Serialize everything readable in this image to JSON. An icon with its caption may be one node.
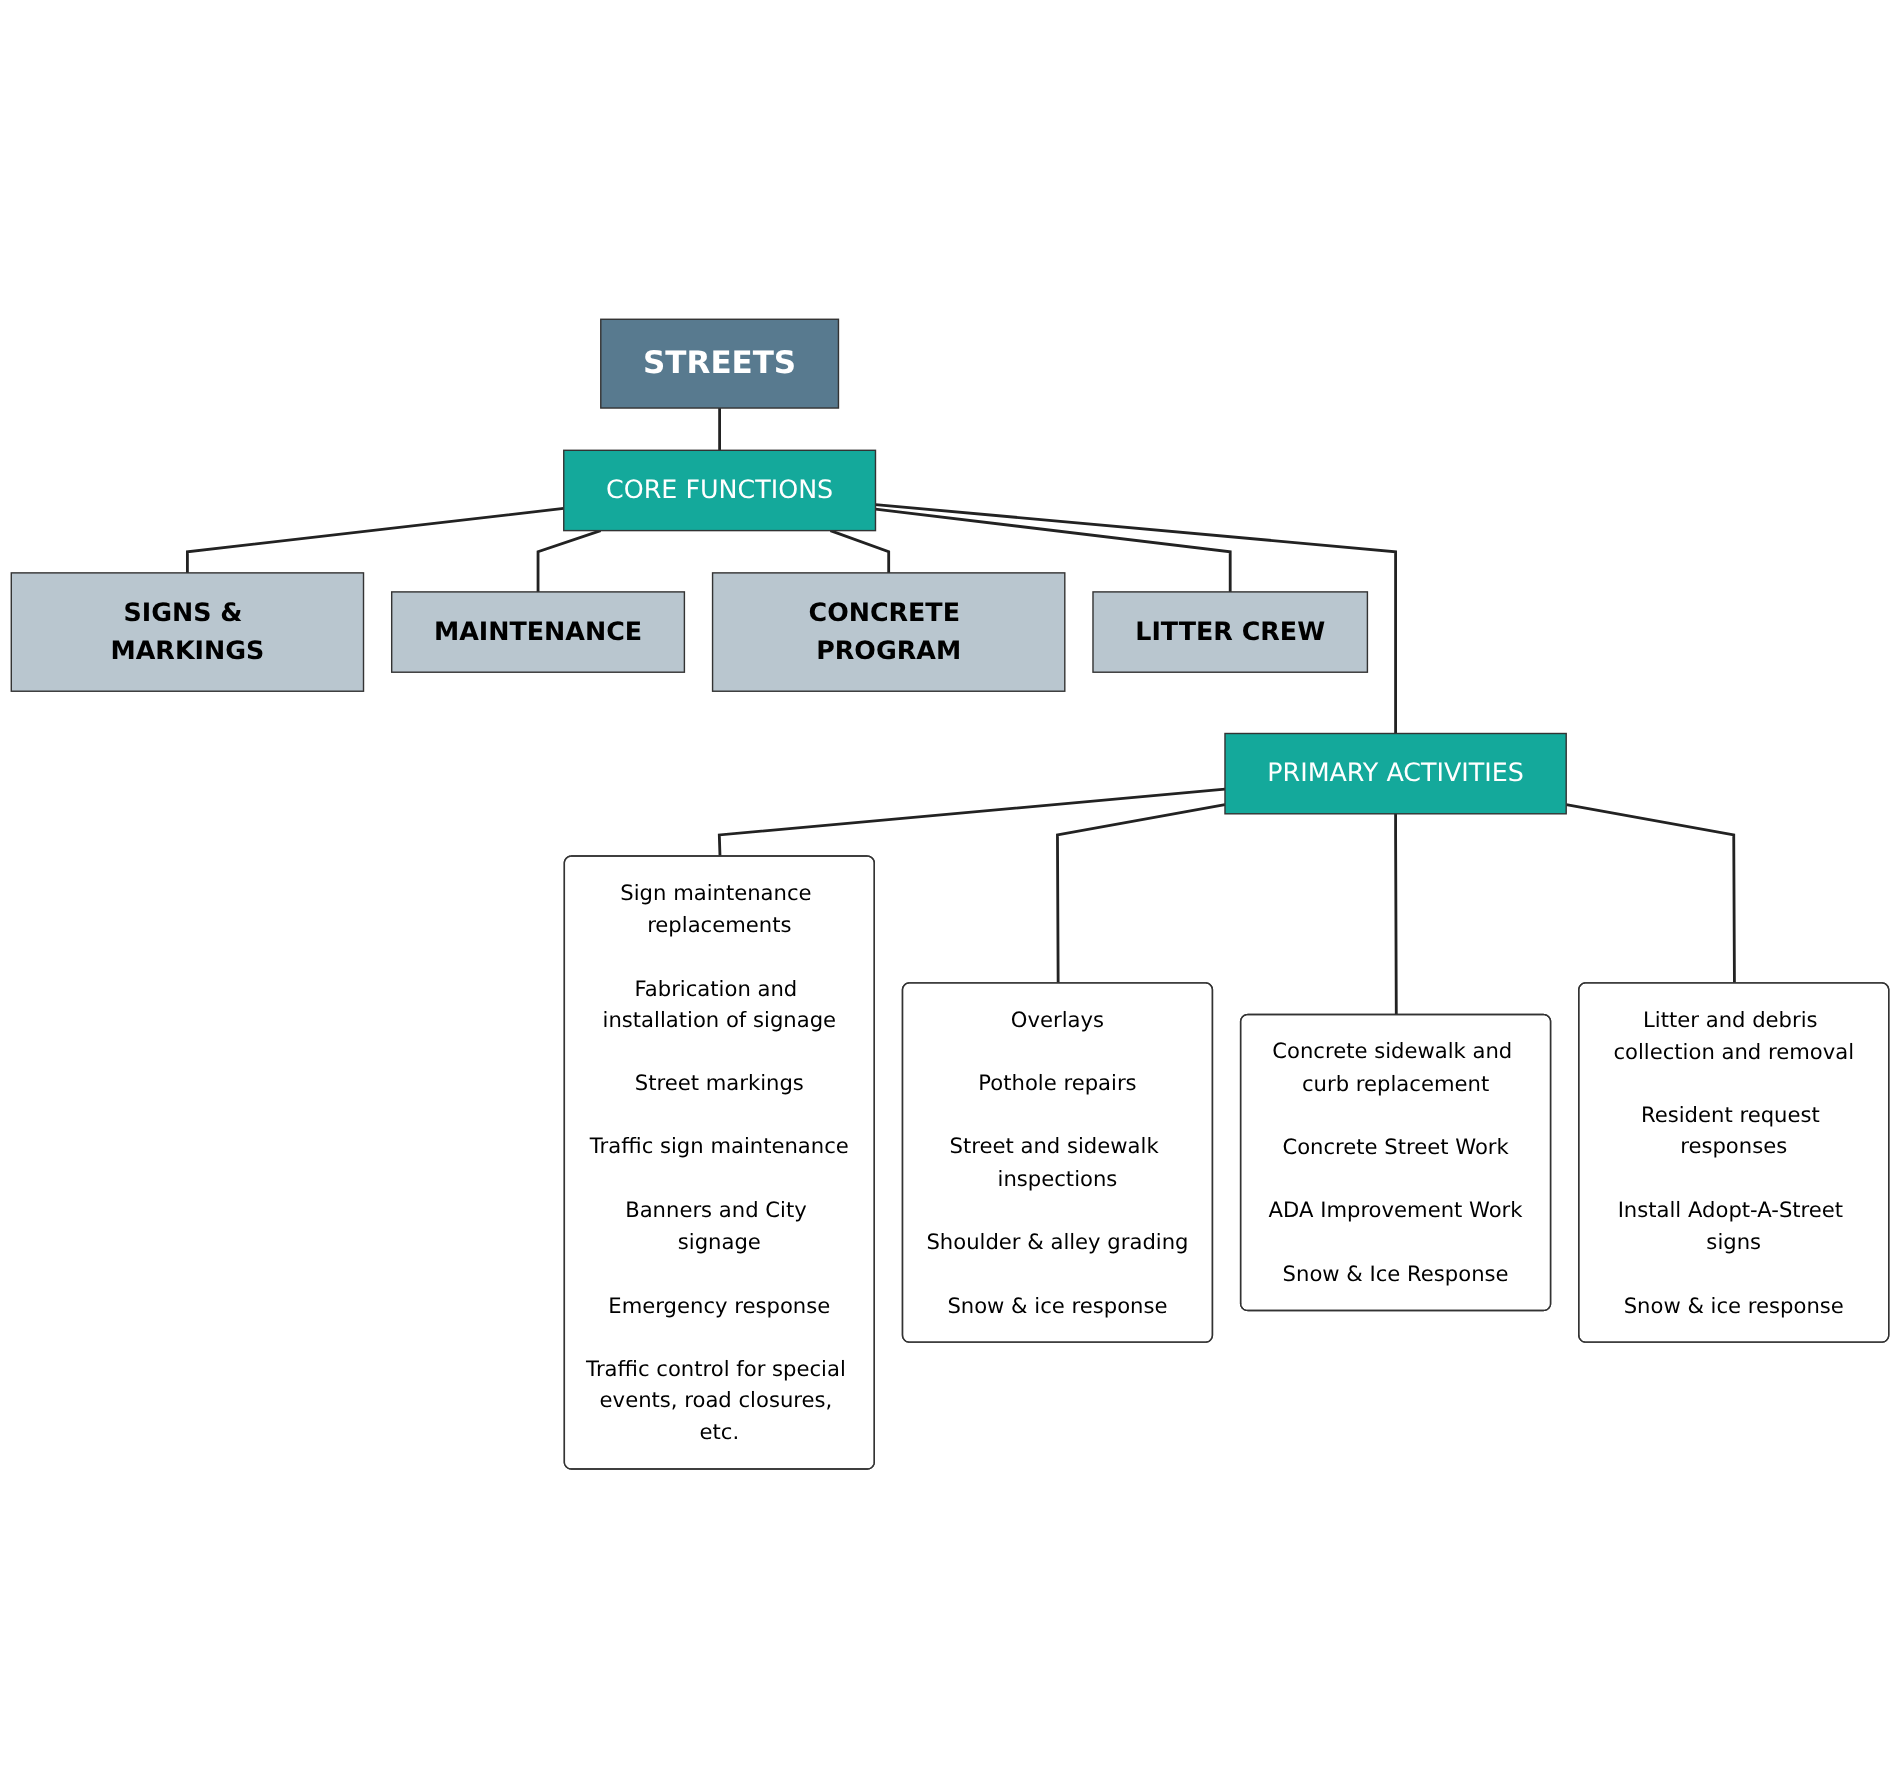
{
  "diagram": {
    "nodes": [
      {
        "text": [
          "STREETS"
        ]
      },
      {
        "text": [
          "CORE FUNCTIONS"
        ]
      },
      {
        "text": [
          "SIGNS & MARKINGS"
        ]
      },
      {
        "text": [
          "MAINTENANCE"
        ]
      },
      {
        "text": [
          "CONCRETE PROGRAM"
        ]
      },
      {
        "text": [
          "LITTER CREW"
        ]
      },
      {
        "text": [
          "PRIMARY ACTIVITIES"
        ]
      },
      {
        "text": [
          "Sign maintenance replacements",
          "Fabrication and installation of signage",
          "Street markings",
          "Traffic sign maintenance",
          "Banners and City signage",
          "Emergency response",
          "Traffic control for special events, road closures, etc."
        ]
      },
      {
        "text": [
          "Overlays",
          "Pothole repairs",
          "Street and sidewalk inspections",
          "Shoulder & alley grading",
          "Snow & ice response"
        ]
      },
      {
        "text": [
          "Concrete sidewalk and curb replacement",
          "Concrete Street Work",
          "ADA Improvement Work",
          "Snow & Ice Response"
        ]
      },
      {
        "text": [
          "Litter and debris collection and removal",
          "Resident request responses",
          "Install Adopt-A-Street signs",
          "Snow & ice response"
        ]
      }
    ],
    "edges": [
      {
        "from": 0,
        "to": 1,
        "arrow": "none"
      },
      {
        "from": 1,
        "to": 2,
        "arrow": "none"
      },
      {
        "from": 1,
        "to": 3,
        "arrow": "none"
      },
      {
        "from": 1,
        "to": 6,
        "arrow": "none"
      },
      {
        "from": 1,
        "to": 4,
        "arrow": "none"
      },
      {
        "from": 1,
        "to": 5,
        "arrow": "none"
      },
      {
        "from": 6,
        "to": 7,
        "arrow": "none"
      },
      {
        "from": 6,
        "to": 8,
        "arrow": "none"
      },
      {
        "from": 6,
        "to": 9,
        "arrow": "none"
      },
      {
        "from": 6,
        "to": 10,
        "arrow": "none"
      }
    ]
  }
}
